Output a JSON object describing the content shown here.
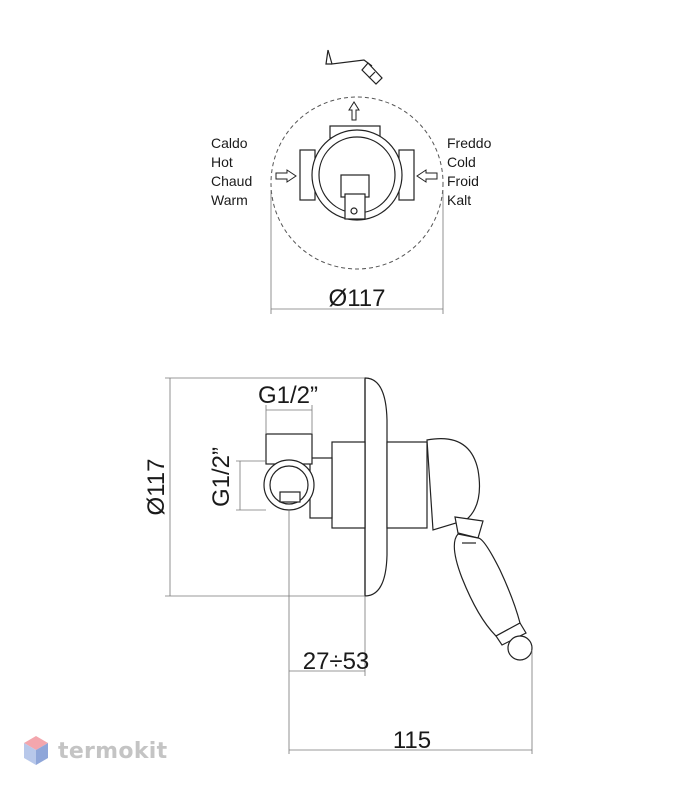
{
  "top_view": {
    "hot_labels": [
      "Caldo",
      "Hot",
      "Chaud",
      "Warm"
    ],
    "cold_labels": [
      "Freddo",
      "Cold",
      "Froid",
      "Kalt"
    ],
    "diameter_label": "Ø117"
  },
  "side_view": {
    "inlet_horizontal_label": "G1/2”",
    "inlet_vertical_label": "G1/2”",
    "diameter_label": "Ø117",
    "depth_label": "27÷53",
    "length_label": "115"
  },
  "watermark": {
    "text": "termokit",
    "colors": {
      "top": "#f3a6ad",
      "left": "#b8c8ea",
      "right": "#8fa6d9",
      "text": "#c4c4c4"
    }
  }
}
